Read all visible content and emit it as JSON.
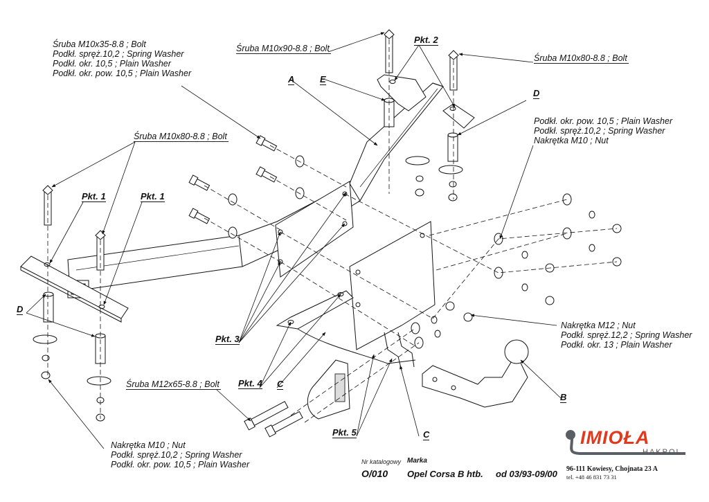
{
  "labels": {
    "bolt_m10x35_group": [
      "Śruba M10x35-8.8 ;  Bolt",
      "Podkł. spręż.10,2 ; Spring Washer",
      "Podkł. okr. 10,5 ; Plain Washer",
      "Podkł. okr. pow. 10,5 ; Plain Washer"
    ],
    "bolt_m10x90": "Śruba M10x90-8.8 ;  Bolt",
    "bolt_m10x80_right": "Śruba M10x80-8.8 ;  Bolt",
    "bolt_m10x80_left": "Śruba M10x80-8.8 ;  Bolt",
    "nut_group_right": [
      "Podkł. okr. pow. 10,5 ; Plain Washer",
      "Podkł. spręż.10,2 ; Spring Washer",
      "Nakrętka  M10 ; Nut"
    ],
    "nut_m12_group": [
      "Nakrętka  M12 ; Nut",
      "Podkł. spręż.12,2 ; Spring Washer",
      "Podkł. okr. 13 ; Plain Washer"
    ],
    "bolt_m12x65": "Śruba M12x65-8.8 ;  Bolt",
    "nut_group_left": [
      "Nakrętka  M10 ; Nut",
      "Podkł. spręż.10,2 ; Spring Washer",
      "Podkł. okr. pow. 10,5 ; Plain Washer"
    ]
  },
  "tags": {
    "pkt1": "Pkt. 1",
    "pkt2": "Pkt. 2",
    "pkt3": "Pkt. 3",
    "pkt4": "Pkt. 4",
    "pkt5": "Pkt. 5",
    "A": "A",
    "B": "B",
    "C": "C",
    "D": "D",
    "E": "E"
  },
  "title_block": {
    "catalog_label": "Nr katalogowy",
    "catalog_number": "O/010",
    "brand_label": "Marka",
    "model": "Opel Corsa B htb.",
    "years": "od  03/93-09/00"
  },
  "company": {
    "logo_text": "IMIOŁA",
    "logo_sub": "HAKPOL",
    "address": "96-111 Kowiesy, Chojnata 23 A",
    "phone": "tel. +48 46 831 73 31",
    "brand_color": "#e03a1e",
    "logo_gray": "#5a5f66"
  }
}
